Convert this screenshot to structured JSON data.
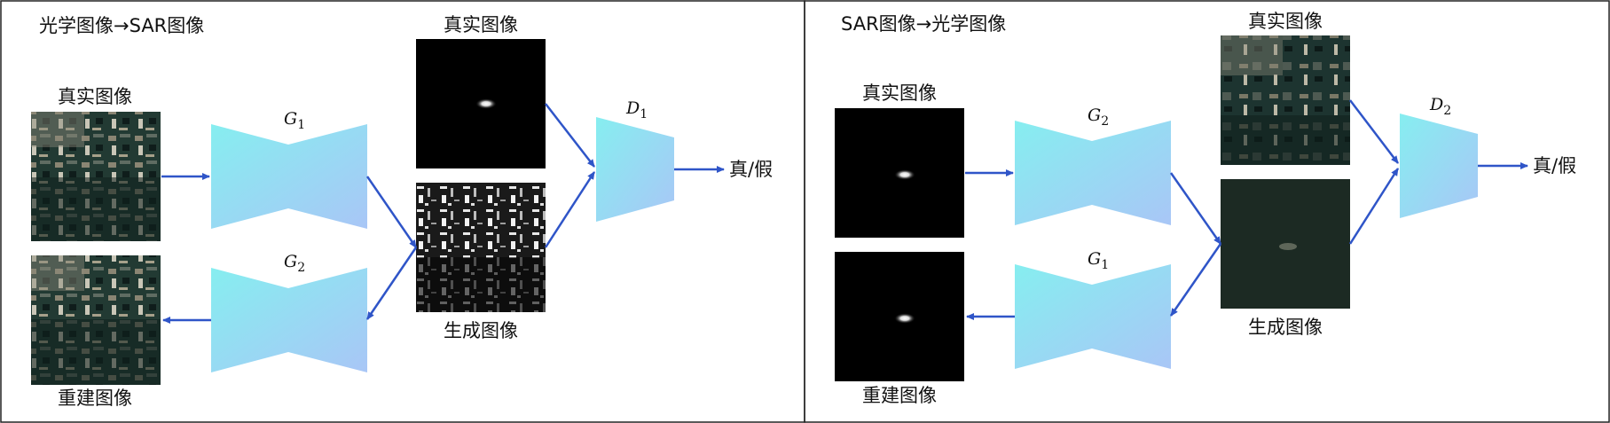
{
  "left_panel": {
    "title": "光学图像→SAR图像",
    "real_input_label": "真实图像",
    "real_target_label": "真实图像",
    "generated_label": "生成图像",
    "reconstructed_label": "重建图像",
    "g_forward": {
      "symbol": "G",
      "sub": "1"
    },
    "g_backward": {
      "symbol": "G",
      "sub": "2"
    },
    "discriminator": {
      "symbol": "D",
      "sub": "1"
    },
    "output_label": "真/假"
  },
  "right_panel": {
    "title": "SAR图像→光学图像",
    "real_input_label": "真实图像",
    "real_target_label": "真实图像",
    "generated_label": "生成图像",
    "reconstructed_label": "重建图像",
    "g_forward": {
      "symbol": "G",
      "sub": "2"
    },
    "g_backward": {
      "symbol": "G",
      "sub": "1"
    },
    "discriminator": {
      "symbol": "D",
      "sub": "2"
    },
    "output_label": "真/假"
  },
  "colors": {
    "arrow": "#2f55c8",
    "block_left": "#8fe8f2",
    "block_right": "#a9c9f7",
    "sar_bg": "#000000",
    "optical_bg": "#1a2e28"
  }
}
